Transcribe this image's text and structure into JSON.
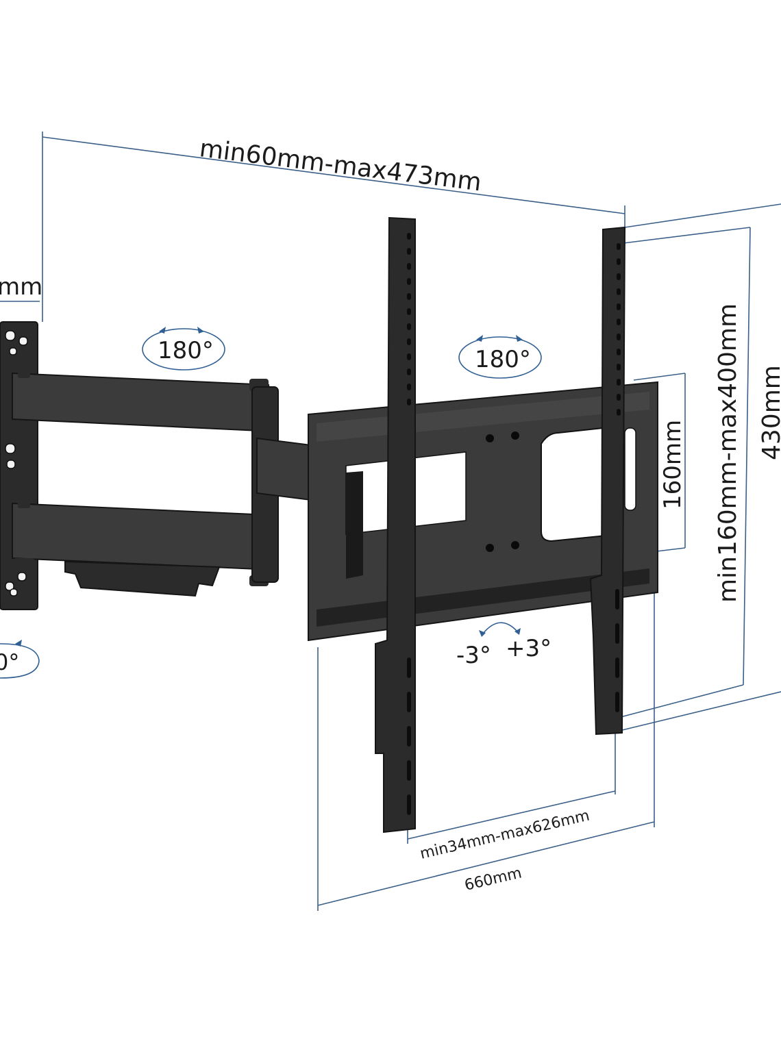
{
  "dimensions": {
    "arm_extension": "min60mm-max473mm",
    "left_partial": "mm",
    "vertical_hole_span": "min160mm-max400mm",
    "total_height": "430mm",
    "plate_height": "160mm",
    "horizontal_hole_span": "min34mm-max626mm",
    "total_width": "660mm"
  },
  "rotation": {
    "arm_swivel": "180°",
    "head_swivel": "180°",
    "wall_swivel_partial": "0°",
    "tilt_minus": "-3°",
    "tilt_plus": "+3°"
  },
  "colors": {
    "dimension_line": "#3a5f88",
    "metal": "#2b2b2b",
    "background": "#ffffff"
  }
}
